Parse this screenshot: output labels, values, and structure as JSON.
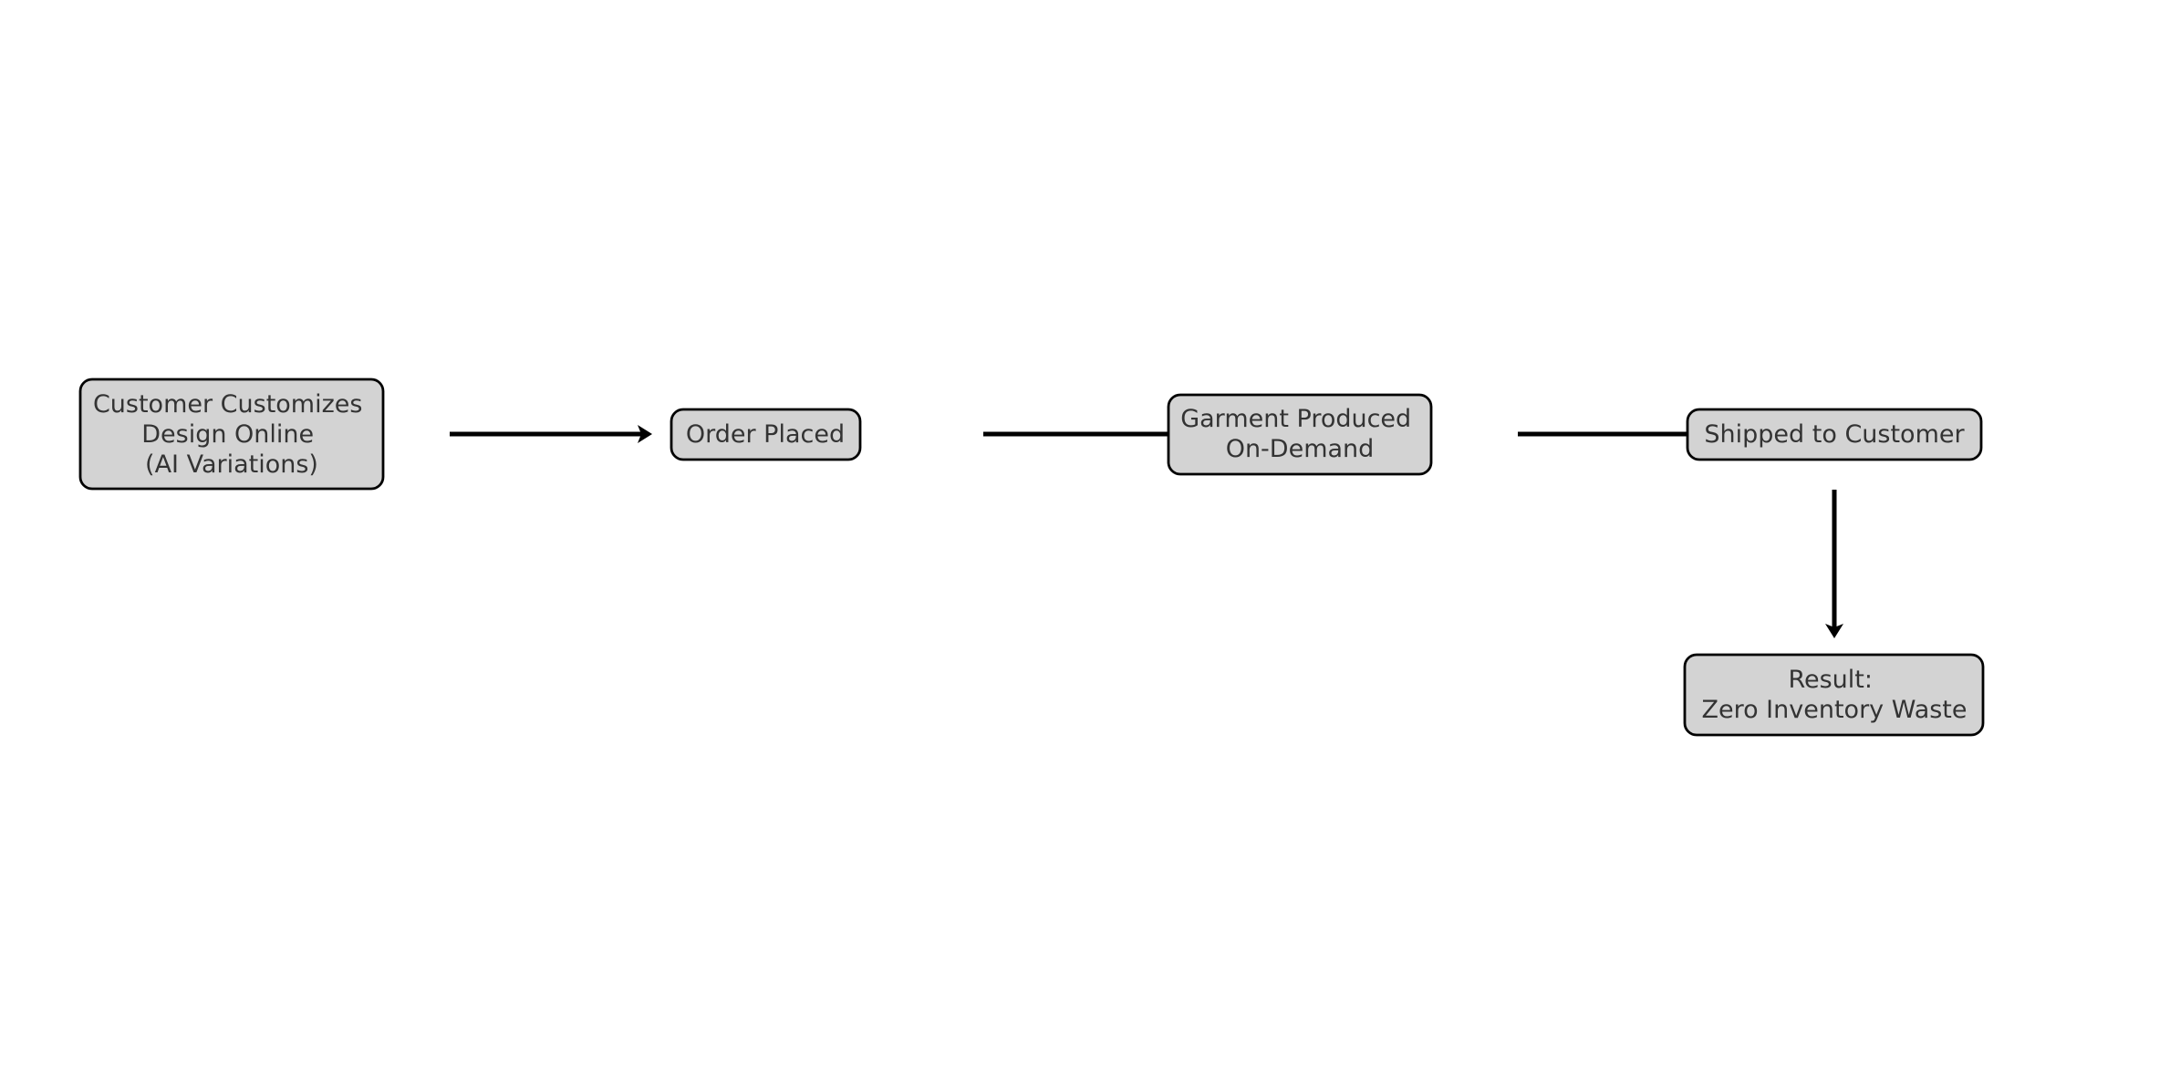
{
  "diagram": {
    "nodes": [
      {
        "id": "customize",
        "lines": [
          "Customer Customizes",
          "Design Online",
          "(AI Variations)"
        ]
      },
      {
        "id": "order",
        "lines": [
          "Order Placed"
        ]
      },
      {
        "id": "produce",
        "lines": [
          "Garment Produced",
          "On-Demand"
        ]
      },
      {
        "id": "ship",
        "lines": [
          "Shipped to Customer"
        ]
      },
      {
        "id": "result",
        "lines": [
          "Result:",
          "Zero Inventory Waste"
        ]
      }
    ],
    "edges": [
      {
        "from": "customize",
        "to": "order"
      },
      {
        "from": "order",
        "to": "produce"
      },
      {
        "from": "produce",
        "to": "ship"
      },
      {
        "from": "ship",
        "to": "result"
      }
    ],
    "colors": {
      "box_fill": "#d3d3d3",
      "box_stroke": "#000000",
      "text": "#333333",
      "arrow": "#000000"
    }
  }
}
